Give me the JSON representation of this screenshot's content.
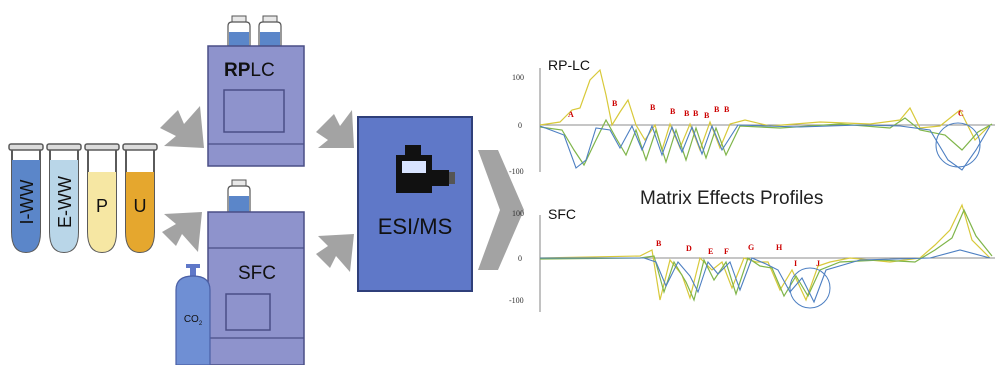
{
  "samples": [
    "I-WW",
    "E-WW",
    "P",
    "U"
  ],
  "instruments": {
    "rplc": {
      "label_bold": "RP",
      "label_rest": "LC"
    },
    "sfc": {
      "label": "SFC",
      "co2_label": "CO",
      "co2_sub": "2"
    }
  },
  "detector": {
    "label": "ESI/MS"
  },
  "profiles": {
    "title": "Matrix Effects Profiles",
    "rp_label": "RP-LC",
    "sfc_label": "SFC",
    "ticks": [
      "100",
      "0",
      "-100"
    ],
    "rp_peaks": [
      "A",
      "B",
      "B",
      "B",
      "B",
      "B",
      "B",
      "B",
      "B",
      "C"
    ],
    "sfc_peaks": [
      "B",
      "D",
      "E",
      "F",
      "G",
      "H",
      "I",
      "J"
    ]
  },
  "colors": {
    "instrument_fill": "#8e93cc",
    "instrument_dark": "#6e73b3",
    "detector_fill": "#5f78c8",
    "arrow": "#a3a3a3",
    "liquid_blue": "#5b86c9",
    "liquid_light": "#b9d6e8",
    "liquid_yellow": "#f6e7a3",
    "liquid_gold": "#e5a72e"
  }
}
